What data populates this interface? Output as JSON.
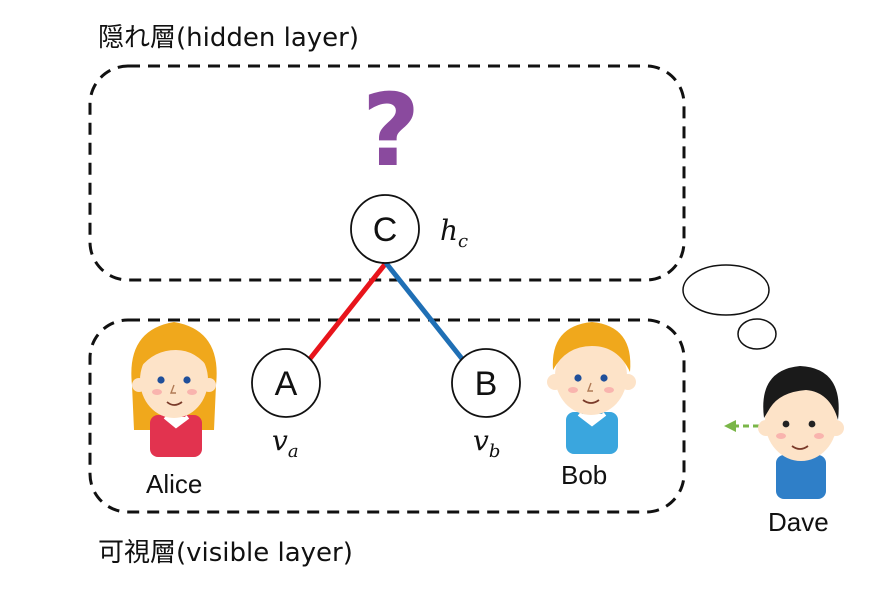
{
  "hidden_layer": {
    "title": "隠れ層(hidden layer)"
  },
  "visible_layer": {
    "title": "可視層(visible layer)"
  },
  "hidden_unit": {
    "label": "C",
    "var": "h",
    "sub": "c"
  },
  "visible_units": [
    {
      "label": "A",
      "var": "v",
      "sub": "a"
    },
    {
      "label": "B",
      "var": "v",
      "sub": "b"
    }
  ],
  "question_mark": "?",
  "people": [
    "Alice",
    "Bob",
    "Dave"
  ],
  "colors": {
    "edge_a": "#e8141b",
    "edge_b": "#1f6fb5",
    "question": "#8a4a9e",
    "arrow": "#7ab648",
    "hair": "#f0a81c",
    "dave_hair": "#1a1a1a",
    "alice_shirt": "#e2334f",
    "bob_shirt": "#3aa6de",
    "dave_shirt": "#2f7fc8"
  }
}
